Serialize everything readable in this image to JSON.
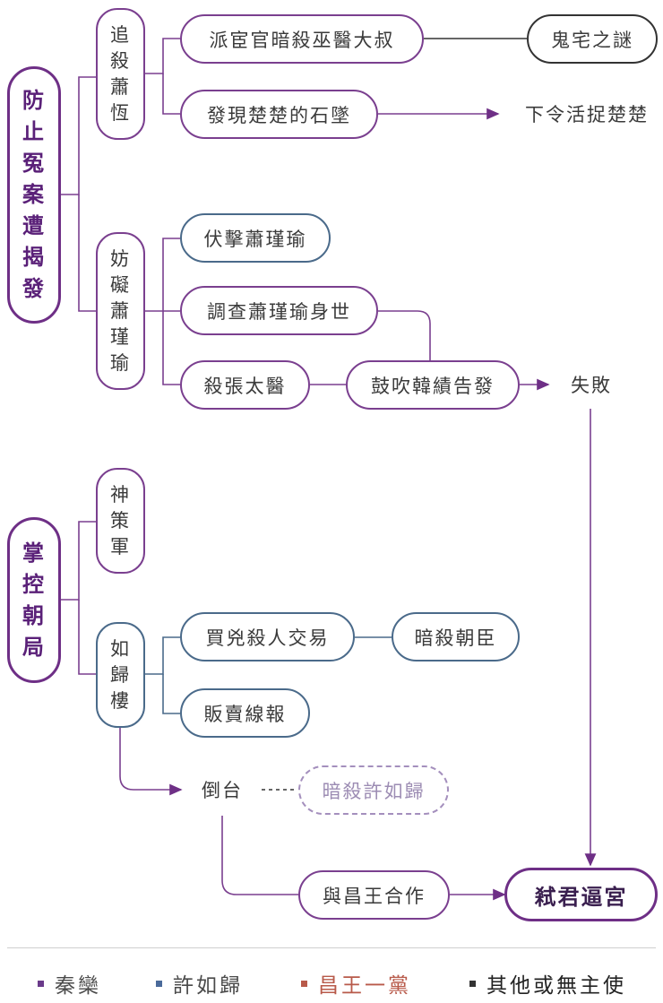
{
  "nodes": {
    "prevent": "防\n止\n冤\n案\n遭\n揭\n發",
    "chase": "追\n殺\n蕭\n恆",
    "send_kill": "派宦官暗殺巫醫大叔",
    "ghost_house": "鬼宅之謎",
    "find_wall": "發現楚楚的石墜",
    "order_capture": "下令活捉楚楚",
    "obstruct": "妨\n礙\n蕭\n瑾\n瑜",
    "ambush": "伏擊蕭瑾瑜",
    "investigate": "調查蕭瑾瑜身世",
    "kill_doctor": "殺張太醫",
    "incite": "鼓吹韓績告發",
    "fail": "失敗",
    "control": "掌\n控\n朝\n局",
    "army": "神\n策\n軍",
    "rugui": "如\n歸\n樓",
    "trade": "買兇殺人交易",
    "assassinate_official": "暗殺朝臣",
    "sell_intel": "販賣線報",
    "collapse": "倒台",
    "kill_xu": "暗殺許如歸",
    "ally_chang": "與昌王合作",
    "regicide": "弒君逼宮"
  },
  "legend": [
    {
      "label": "秦欒",
      "color": "#6a3a8a"
    },
    {
      "label": "許如歸",
      "color": "#4a6a9a"
    },
    {
      "label": "昌王一黨",
      "color": "#b85a4a"
    },
    {
      "label": "其他或無主使",
      "color": "#333333"
    }
  ],
  "colors": {
    "purple": "#7a3f8f",
    "blue": "#4a6a8a",
    "black": "#333333",
    "dashed": "#a48fbd"
  }
}
